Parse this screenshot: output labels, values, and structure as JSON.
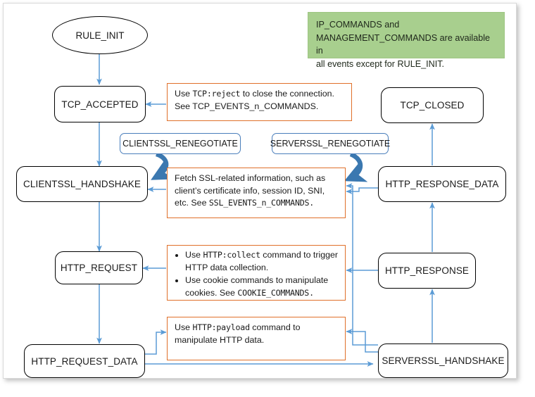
{
  "diagram": {
    "title": "iRules event flow diagram",
    "colors": {
      "node_border": "#000000",
      "arrow": "#5b9bd5",
      "curved_arrow": "#3b78b0",
      "callout_border": "#e0702a",
      "reneg_border": "#4a7ebb",
      "note_background": "#a8cf8e",
      "frame_border": "#d9d9d9"
    },
    "start_node": {
      "label": "RULE_INIT"
    },
    "nodes": [
      {
        "id": "tcp-accepted",
        "label": "TCP_ACCEPTED"
      },
      {
        "id": "clientssl-handshake",
        "label": "CLIENTSSL_HANDSHAKE"
      },
      {
        "id": "http-request",
        "label": "HTTP_REQUEST"
      },
      {
        "id": "http-request-data",
        "label": "HTTP_REQUEST_DATA"
      },
      {
        "id": "tcp-closed",
        "label": "TCP_CLOSED"
      },
      {
        "id": "http-response-data",
        "label": "HTTP_RESPONSE_DATA"
      },
      {
        "id": "http-response",
        "label": "HTTP_RESPONSE"
      },
      {
        "id": "serverssl-handshake",
        "label": "SERVERSSL_HANDSHAKE"
      }
    ],
    "renegotiate_nodes": [
      {
        "id": "clientssl-renegotiate",
        "label": "CLIENTSSL_RENEGOTIATE"
      },
      {
        "id": "serverssl-renegotiate",
        "label": "SERVERSSL_RENEGOTIATE"
      }
    ],
    "note": {
      "line1_code": "IP_COMMANDS",
      "line1_tail": " and",
      "line2_code": "MANAGEMENT_COMMANDS",
      "line2_tail": " are available in",
      "line3": "all events except for RULE_INIT."
    },
    "callouts": {
      "tcp": {
        "line1_pre": "Use ",
        "line1_code": "TCP:reject",
        "line1_post": " to close the connection.",
        "line2_pre": "See ",
        "line2_code": "TCP_EVENTS_n_COMMANDS",
        "line2_post": "."
      },
      "ssl": {
        "line1": "Fetch SSL-related information, such as",
        "line2": "client’s certificate info, session ID, SNI,",
        "line3_pre": "etc. See ",
        "line3_code": "SSL_EVENTS_n_COMMANDS.",
        "line3_post": ""
      },
      "http": {
        "bullet1_pre": "Use ",
        "bullet1_code": "HTTP:collect",
        "bullet1_post": " command to trigger HTTP data collection.",
        "bullet2_pre": "Use cookie commands to manipulate cookies. See ",
        "bullet2_code": "COOKIE_COMMANDS.",
        "bullet2_post": ""
      },
      "payload": {
        "line1_pre": "Use ",
        "line1_code": "HTTP:payload",
        "line1_post": " command to",
        "line2": "manipulate HTTP data."
      }
    }
  }
}
